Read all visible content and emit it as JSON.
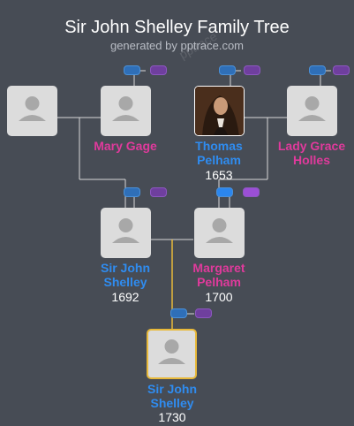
{
  "header": {
    "title": "Sir John Shelley Family Tree",
    "subtitle": "generated by pptrace.com",
    "watermark": "pptrace"
  },
  "people": {
    "mary_gage": {
      "name_line1": "Mary Gage",
      "name_line2": "",
      "year": ""
    },
    "thomas_pelham": {
      "name_line1": "Thomas",
      "name_line2": "Pelham",
      "year": "1653"
    },
    "lady_grace_holles": {
      "name_line1": "Lady Grace",
      "name_line2": "Holles",
      "year": ""
    },
    "sir_john_shelley_1692": {
      "name_line1": "Sir John",
      "name_line2": "Shelley",
      "year": "1692"
    },
    "margaret_pelham": {
      "name_line1": "Margaret",
      "name_line2": "Pelham",
      "year": "1700"
    },
    "sir_john_shelley_1730": {
      "name_line1": "Sir John",
      "name_line2": "Shelley",
      "year": "1730"
    }
  },
  "colors": {
    "background": "#474c55",
    "male": "#2f8cf0",
    "female": "#e03a9c",
    "focus_border": "#e8b93a",
    "connector": "#d9d9d9",
    "focus_connector": "#e8b93a"
  }
}
